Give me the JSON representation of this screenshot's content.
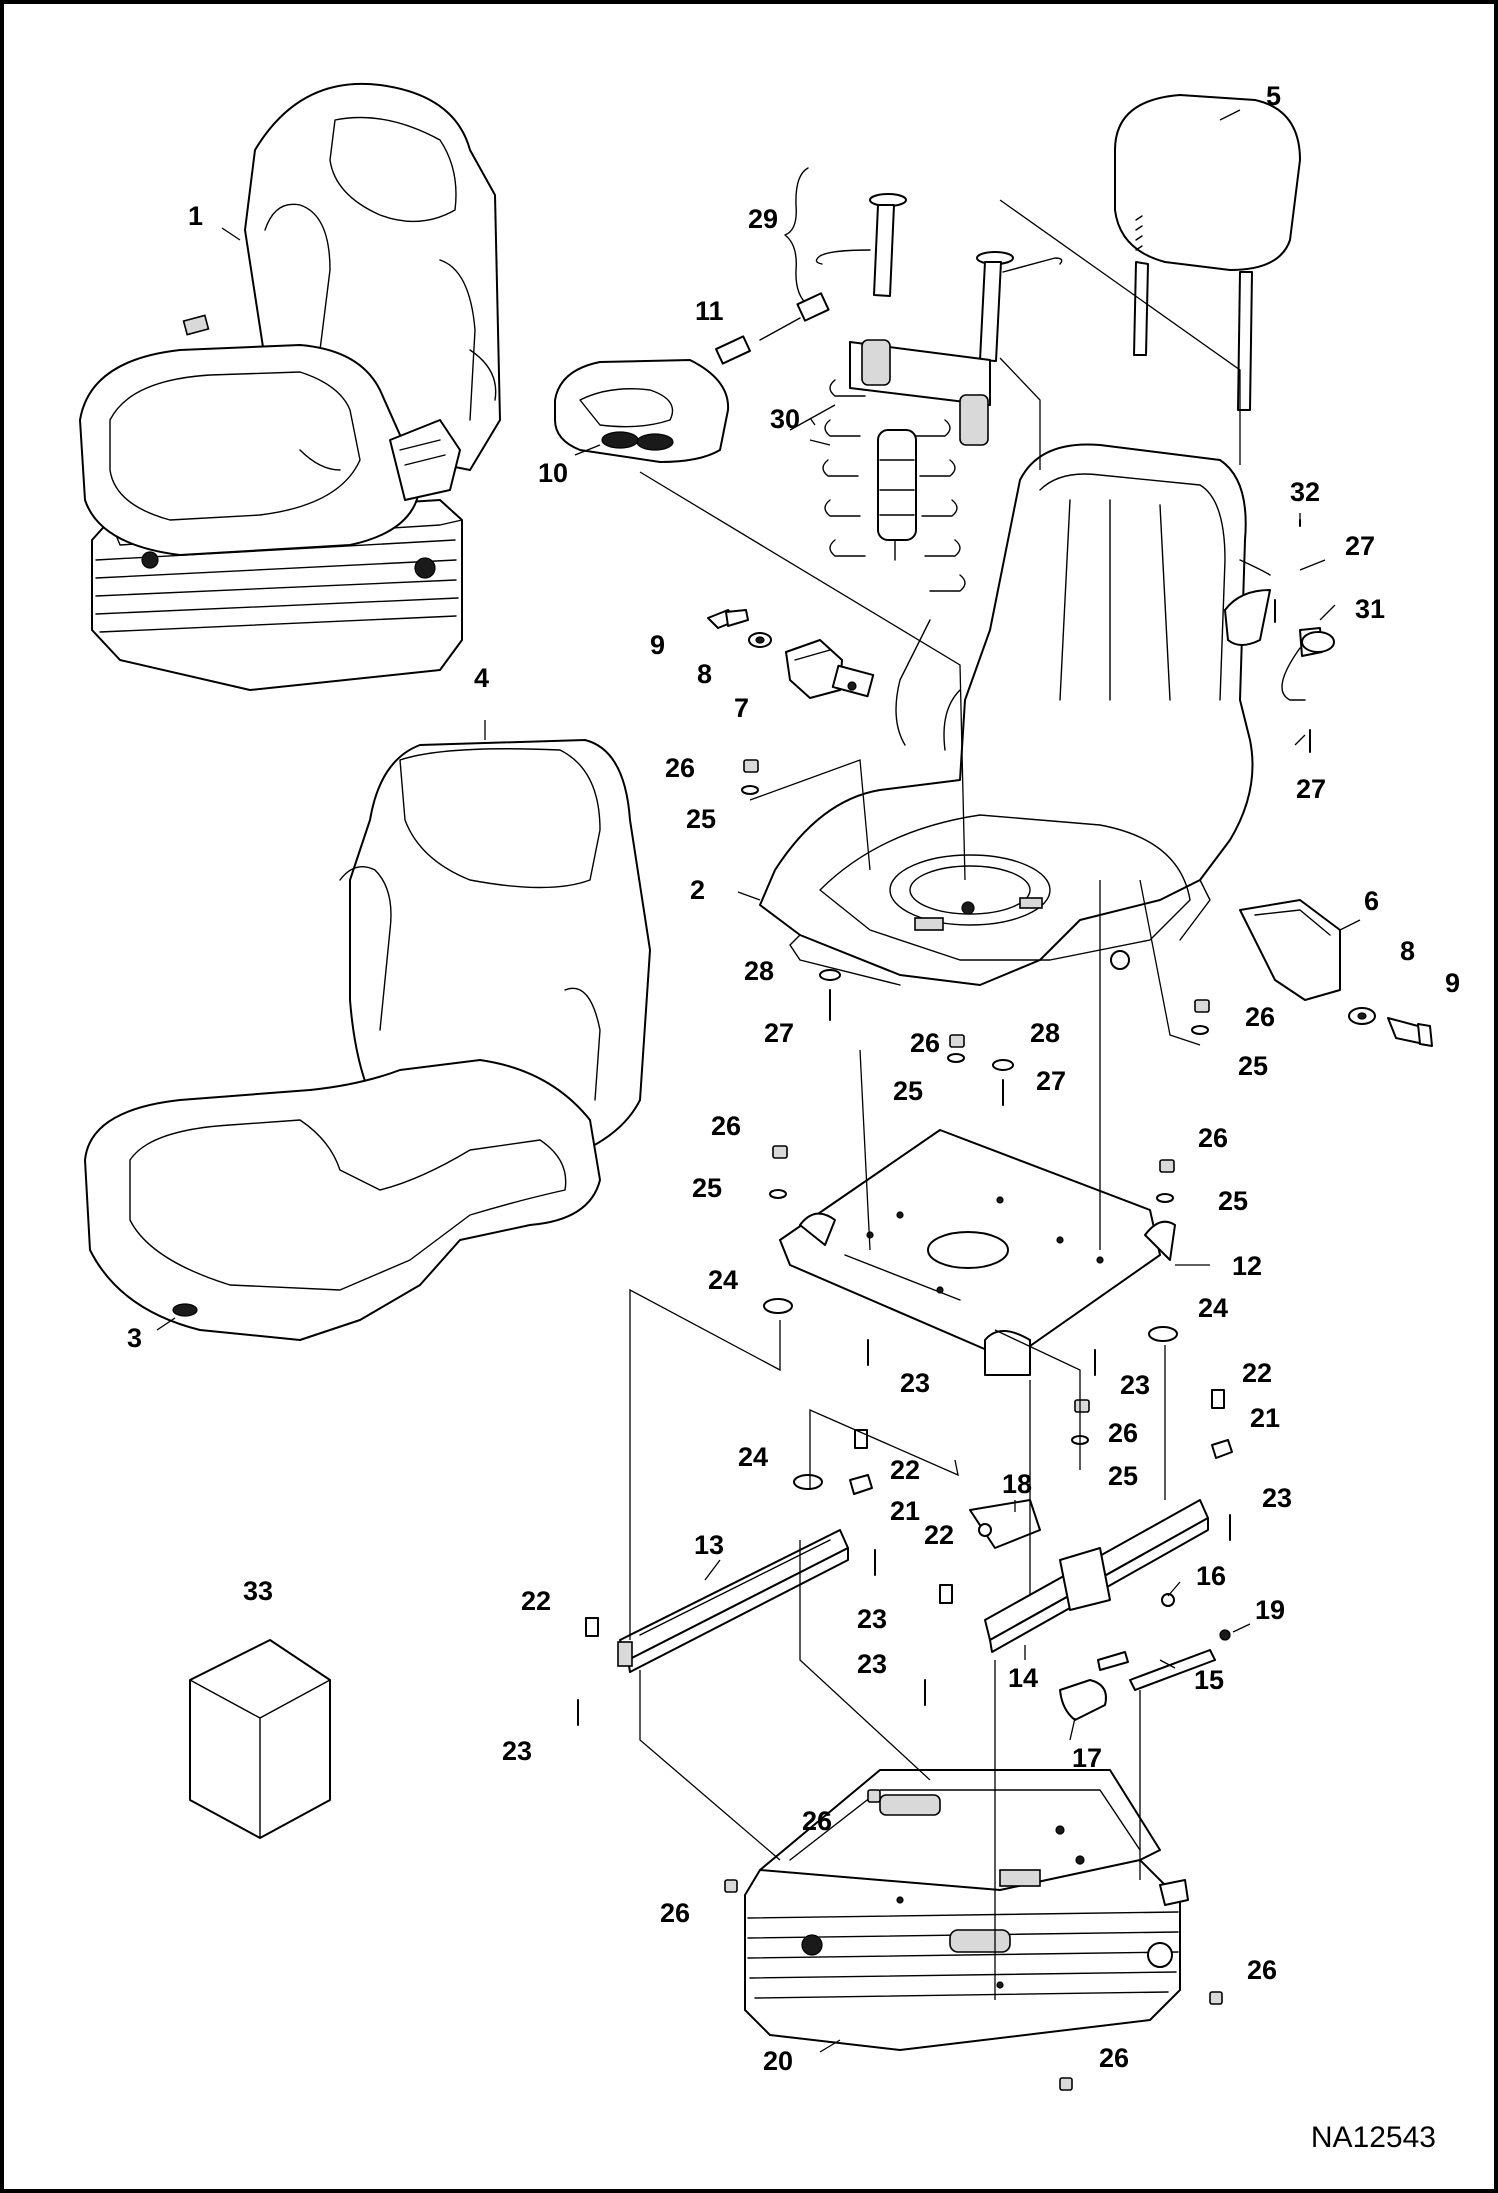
{
  "drawing_number": "NA12543",
  "colors": {
    "line": "#000000",
    "background": "#ffffff"
  },
  "callouts": {
    "c1": "1",
    "c2": "2",
    "c3": "3",
    "c4": "4",
    "c5": "5",
    "c6": "6",
    "c7": "7",
    "c8a": "8",
    "c8b": "8",
    "c9a": "9",
    "c9b": "9",
    "c10": "10",
    "c11": "11",
    "c12": "12",
    "c13": "13",
    "c14": "14",
    "c15": "15",
    "c16": "16",
    "c17": "17",
    "c18": "18",
    "c19": "19",
    "c20": "20",
    "c21a": "21",
    "c21b": "21",
    "c22a": "22",
    "c22b": "22",
    "c22c": "22",
    "c22d": "22",
    "c23a": "23",
    "c23b": "23",
    "c23c": "23",
    "c23d": "23",
    "c23e": "23",
    "c23f": "23",
    "c24a": "24",
    "c24b": "24",
    "c24c": "24",
    "c25a": "25",
    "c25b": "25",
    "c25c": "25",
    "c25d": "25",
    "c25e": "25",
    "c25f": "25",
    "c26a": "26",
    "c26b": "26",
    "c26c": "26",
    "c26d": "26",
    "c26e": "26",
    "c26f": "26",
    "c26g": "26",
    "c26h": "26",
    "c26i": "26",
    "c26j": "26",
    "c27a": "27",
    "c27b": "27",
    "c27c": "27",
    "c27d": "27",
    "c28a": "28",
    "c28b": "28",
    "c29": "29",
    "c30": "30",
    "c31": "31",
    "c32": "32",
    "c33": "33"
  }
}
